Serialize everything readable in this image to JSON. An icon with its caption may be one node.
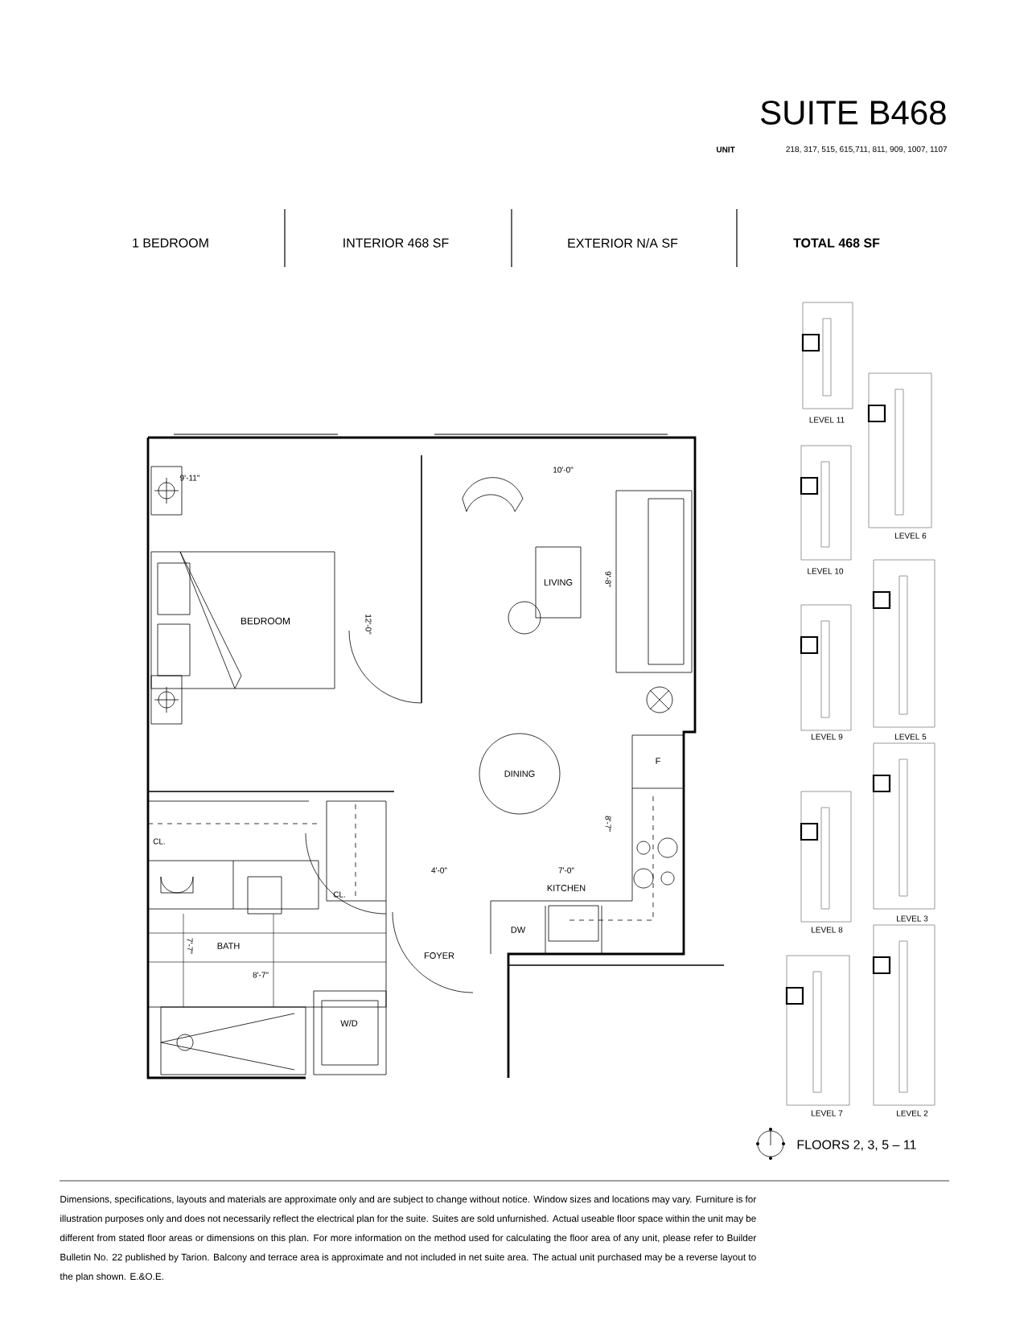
{
  "diagram": {
    "title": "SUITE B468",
    "labels": [
      "UNIT",
      "218, 317, 515, 615,711, 811, 909, 1007, 1107",
      "1 BEDROOM",
      "INTERIOR 468 SF",
      "EXTERIOR N/A SF",
      "TOTAL 468 SF",
      "9'-11\"",
      "10'-0\"",
      "LIVING",
      "9'-8\"",
      "BEDROOM",
      "12'-0\"",
      "F",
      "DINING",
      "8'-7\"",
      "CL.",
      "CL.",
      "4'-0\"",
      "7'-0\"",
      "KITCHEN",
      "DW",
      "BATH",
      "7'-7\"",
      "8'-7\"",
      "FOYER",
      "W/D",
      "LEVEL 11",
      "LEVEL 6",
      "LEVEL 10",
      "LEVEL 9",
      "LEVEL 5",
      "LEVEL 3",
      "LEVEL 8",
      "LEVEL 7",
      "LEVEL 2",
      "FLOORS 2, 3, 5 – 11",
      "Dimensions, specifications, layouts and materials are approximate only and are subject to change without notice. Window sizes and locations may vary. Furniture is for illustration purposes only and does not necessarily reflect the electrical plan for the suite. Suites are sold unfurnished. Actual useable floor space within the unit may be different from stated floor areas or dimensions on this plan. For more information on the method used for calculating the floor area of any unit, please refer to Builder Bulletin No. 22 published by Tarion. Balcony and terrace area is approximate and not included in net suite area. The actual unit purchased may be a reverse layout to the plan shown. E.&O.E."
    ]
  }
}
